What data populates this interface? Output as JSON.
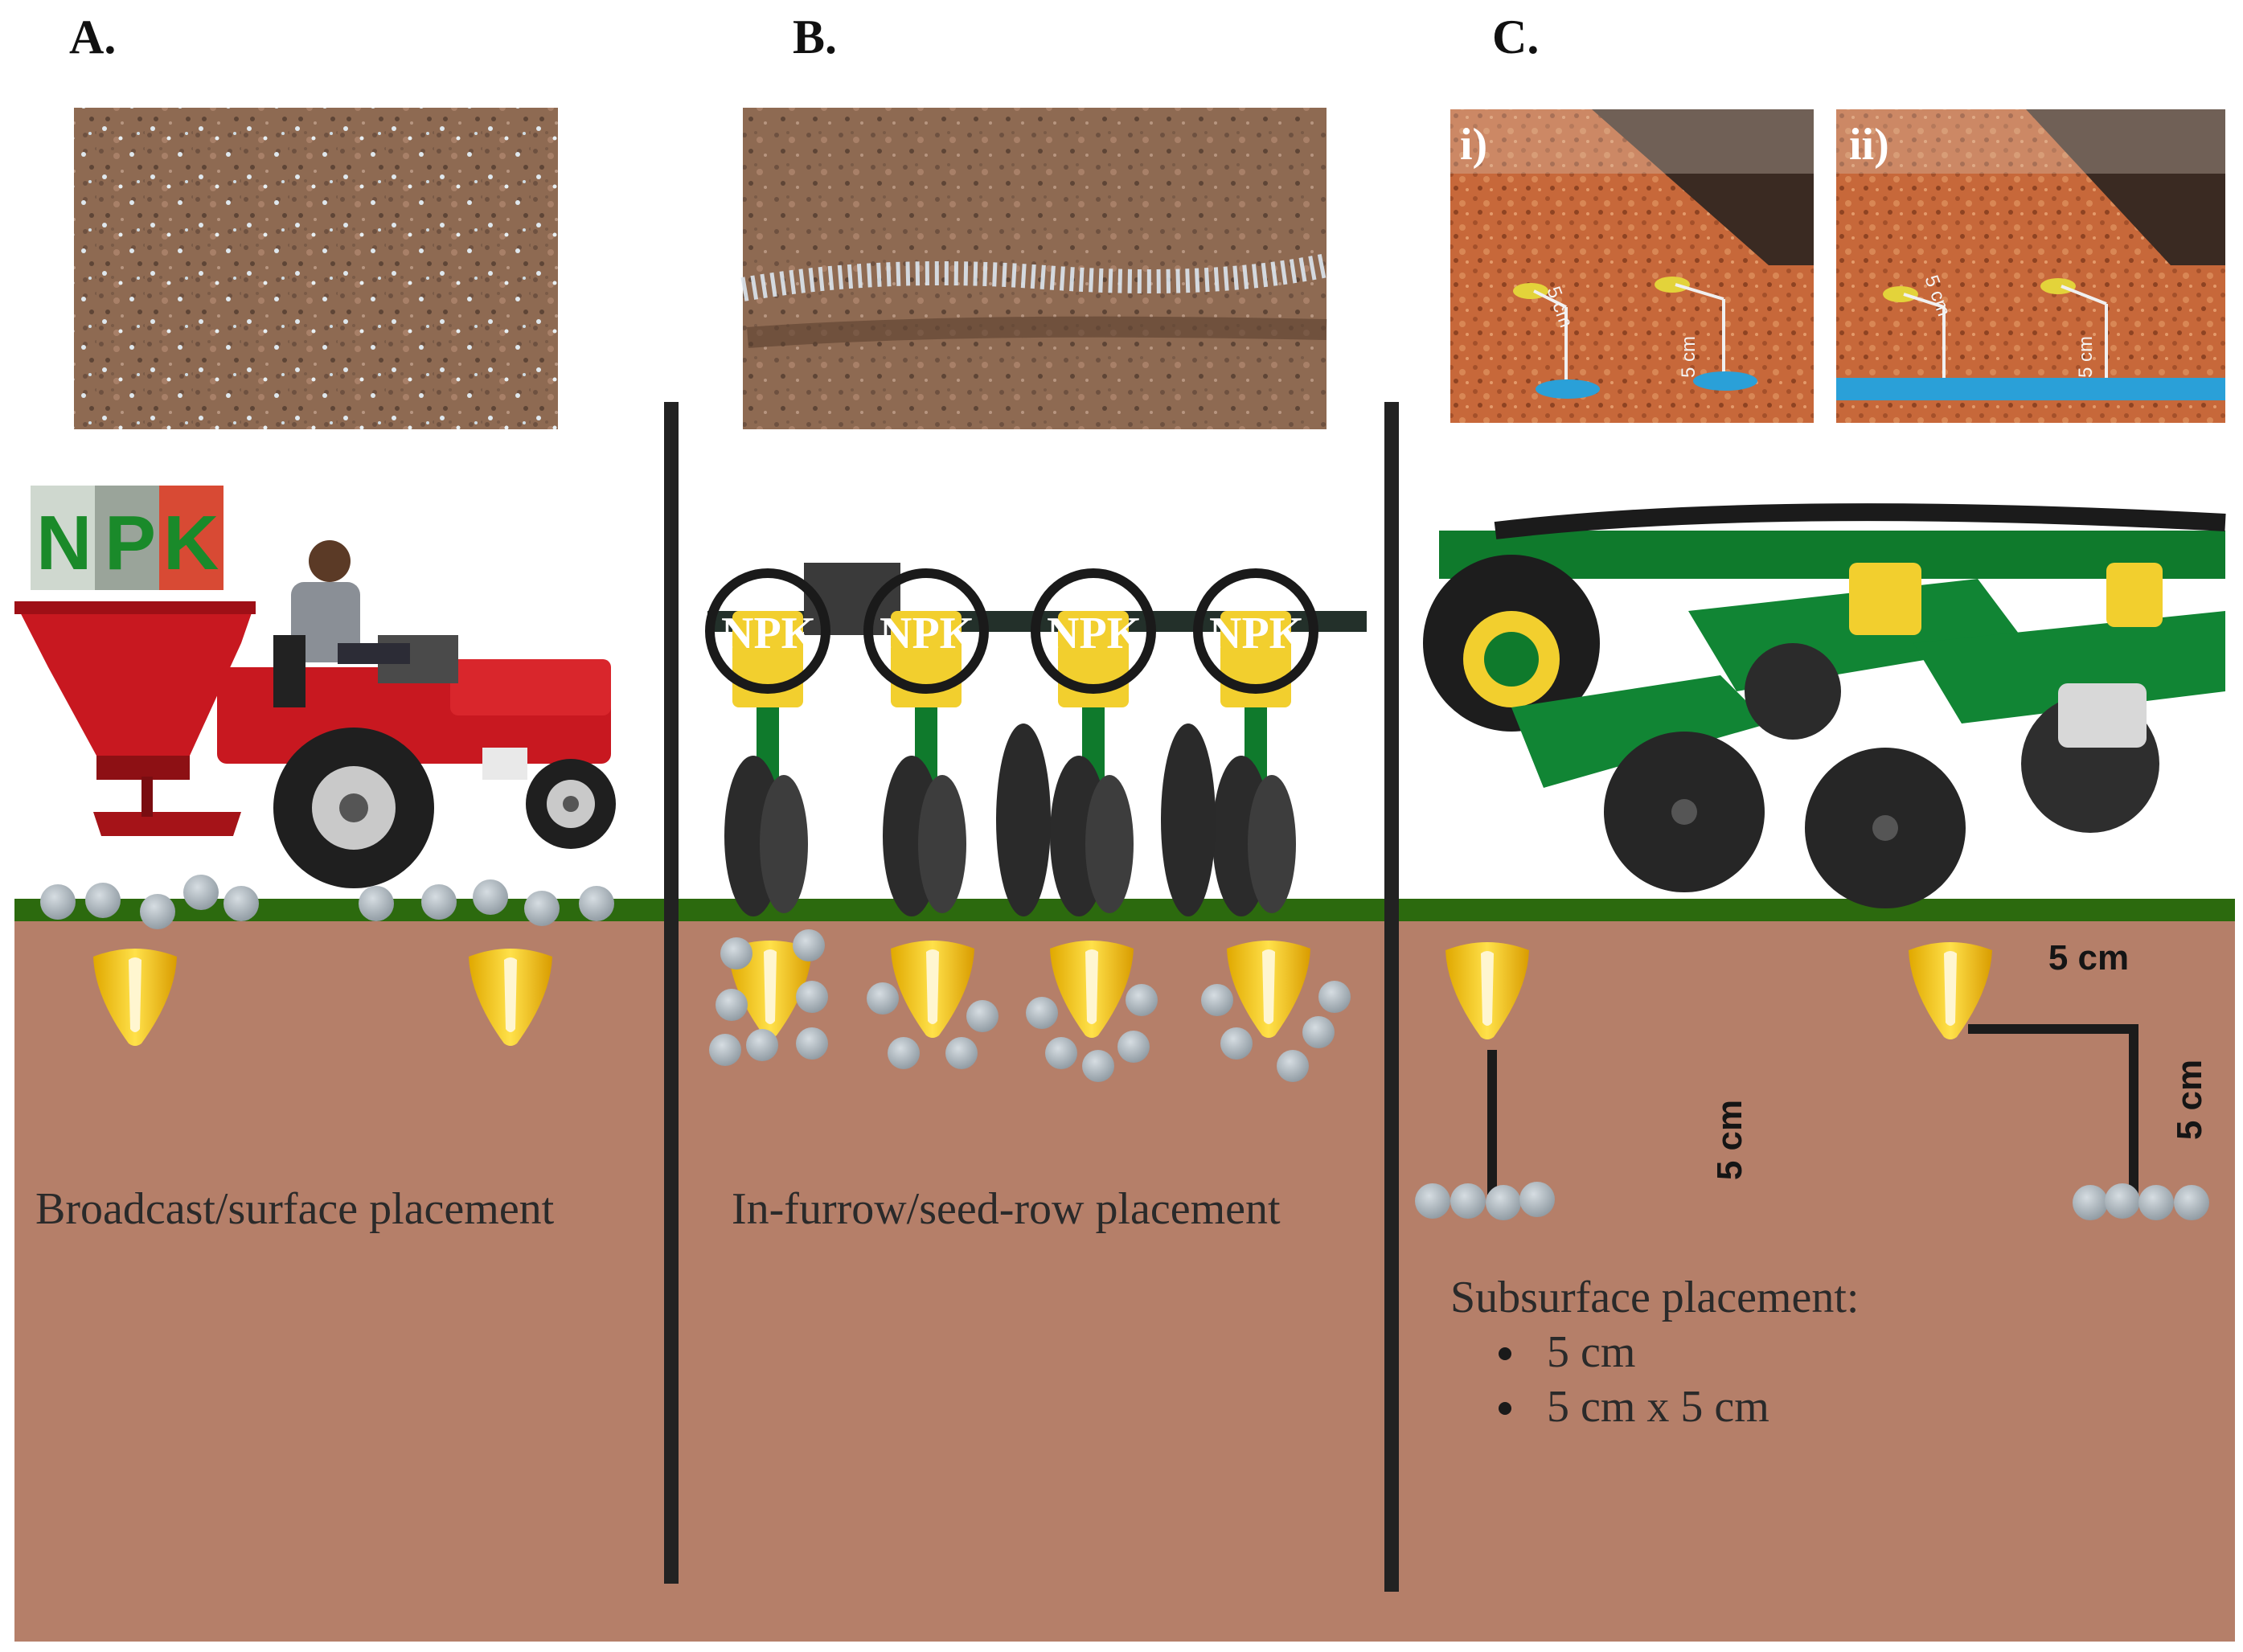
{
  "panels": {
    "a": {
      "letter": "A.",
      "caption": "Broadcast/surface placement",
      "bag_letters": [
        "N",
        "P",
        "K"
      ]
    },
    "b": {
      "letter": "B.",
      "caption": "In-furrow/seed-row placement",
      "hopper_label": "NPK"
    },
    "c": {
      "letter": "C.",
      "inset_i": "i)",
      "inset_ii": "ii)",
      "inset_dim": "5 cm",
      "caption": "Subsurface placement:",
      "bullets": [
        "5 cm",
        "5 cm x 5 cm"
      ],
      "dim_vertical_left": "5 cm",
      "dim_vertical_right": "5 cm",
      "dim_horizontal": "5 cm"
    }
  },
  "colors": {
    "soil": "#b57f69",
    "grass": "#2c6a0e",
    "divider": "#222222",
    "granule": "#a9b3ba",
    "kernel": "#f5c60a",
    "tractor_red": "#c81820",
    "planter_green": "#0f7a2c",
    "hopper_yellow": "#f2cf2e"
  },
  "icons": [
    "tractor-icon",
    "fertilizer-spreader-icon",
    "npk-bag-icon",
    "planter-icon",
    "maize-seed-icon",
    "fertilizer-granule-icon"
  ]
}
